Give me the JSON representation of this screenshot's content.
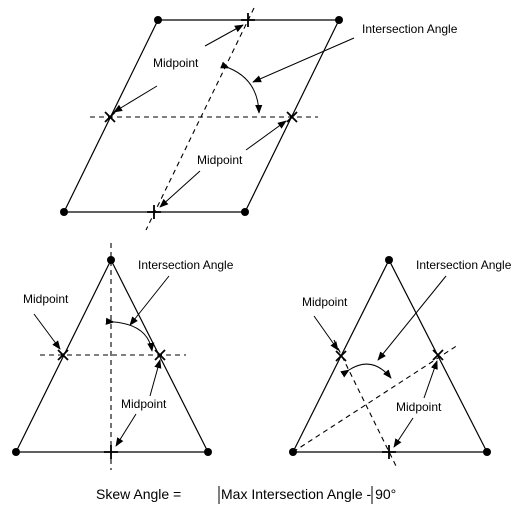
{
  "labels": {
    "midpoint": "Midpoint",
    "intersection_angle": "Intersection Angle"
  },
  "formula": {
    "lhs": "Skew Angle =",
    "rhs": "Max Intersection Angle - 90°"
  },
  "colors": {
    "ink": "#000000",
    "background": "#ffffff"
  }
}
